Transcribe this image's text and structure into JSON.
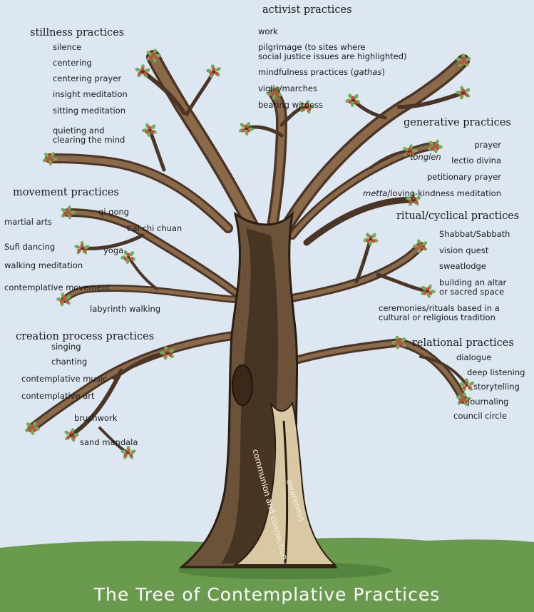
{
  "title": "The Tree of Contemplative Practices",
  "trunk_labels": {
    "left": "communion and connection",
    "right": "awareness"
  },
  "categories": {
    "stillness": {
      "heading": "stillness practices",
      "items": [
        "silence",
        "centering",
        "centering prayer",
        "insight meditation",
        "sitting meditation",
        "quieting and",
        "clearing the mind"
      ]
    },
    "activist": {
      "heading": "activist practices",
      "items": [
        "work",
        "pilgrimage (to sites where",
        "social justice issues are highlighted)",
        "mindfulness practices (",
        "gathas",
        ")",
        "vigils/marches",
        "bearing witness"
      ]
    },
    "generative": {
      "heading": "generative practices",
      "items": [
        "prayer",
        "tonglen",
        "lectio divina",
        "petitionary prayer",
        "metta",
        "/loving-kindness meditation"
      ]
    },
    "movement": {
      "heading": "movement practices",
      "items": [
        "qi gong",
        "martial arts",
        "t'ai chi chuan",
        "Sufi dancing",
        "yoga",
        "walking meditation",
        "contemplative movement",
        "labyrinth walking"
      ]
    },
    "ritual": {
      "heading": "ritual/cyclical practices",
      "items": [
        "Shabbat/Sabbath",
        "vision quest",
        "sweatlodge",
        "building an altar",
        "or sacred space",
        "ceremonies/rituals based in a",
        "cultural or religious tradition"
      ]
    },
    "creation": {
      "heading": "creation process practices",
      "items": [
        "singing",
        "chanting",
        "contemplative music",
        "contemplative art",
        "brushwork",
        "sand mandala"
      ]
    },
    "relational": {
      "heading": "relational practices",
      "items": [
        "dialogue",
        "deep listening",
        "storytelling",
        "journaling",
        "council circle"
      ]
    }
  },
  "colors": {
    "sky": "#dde7f2",
    "grass": "#6a9a4e",
    "trunk": "#6b5238",
    "trunk_dark": "#2a1d12",
    "inner": "#d8c9a4",
    "leaf": "#6fae55",
    "blossom": "#d9413b"
  }
}
